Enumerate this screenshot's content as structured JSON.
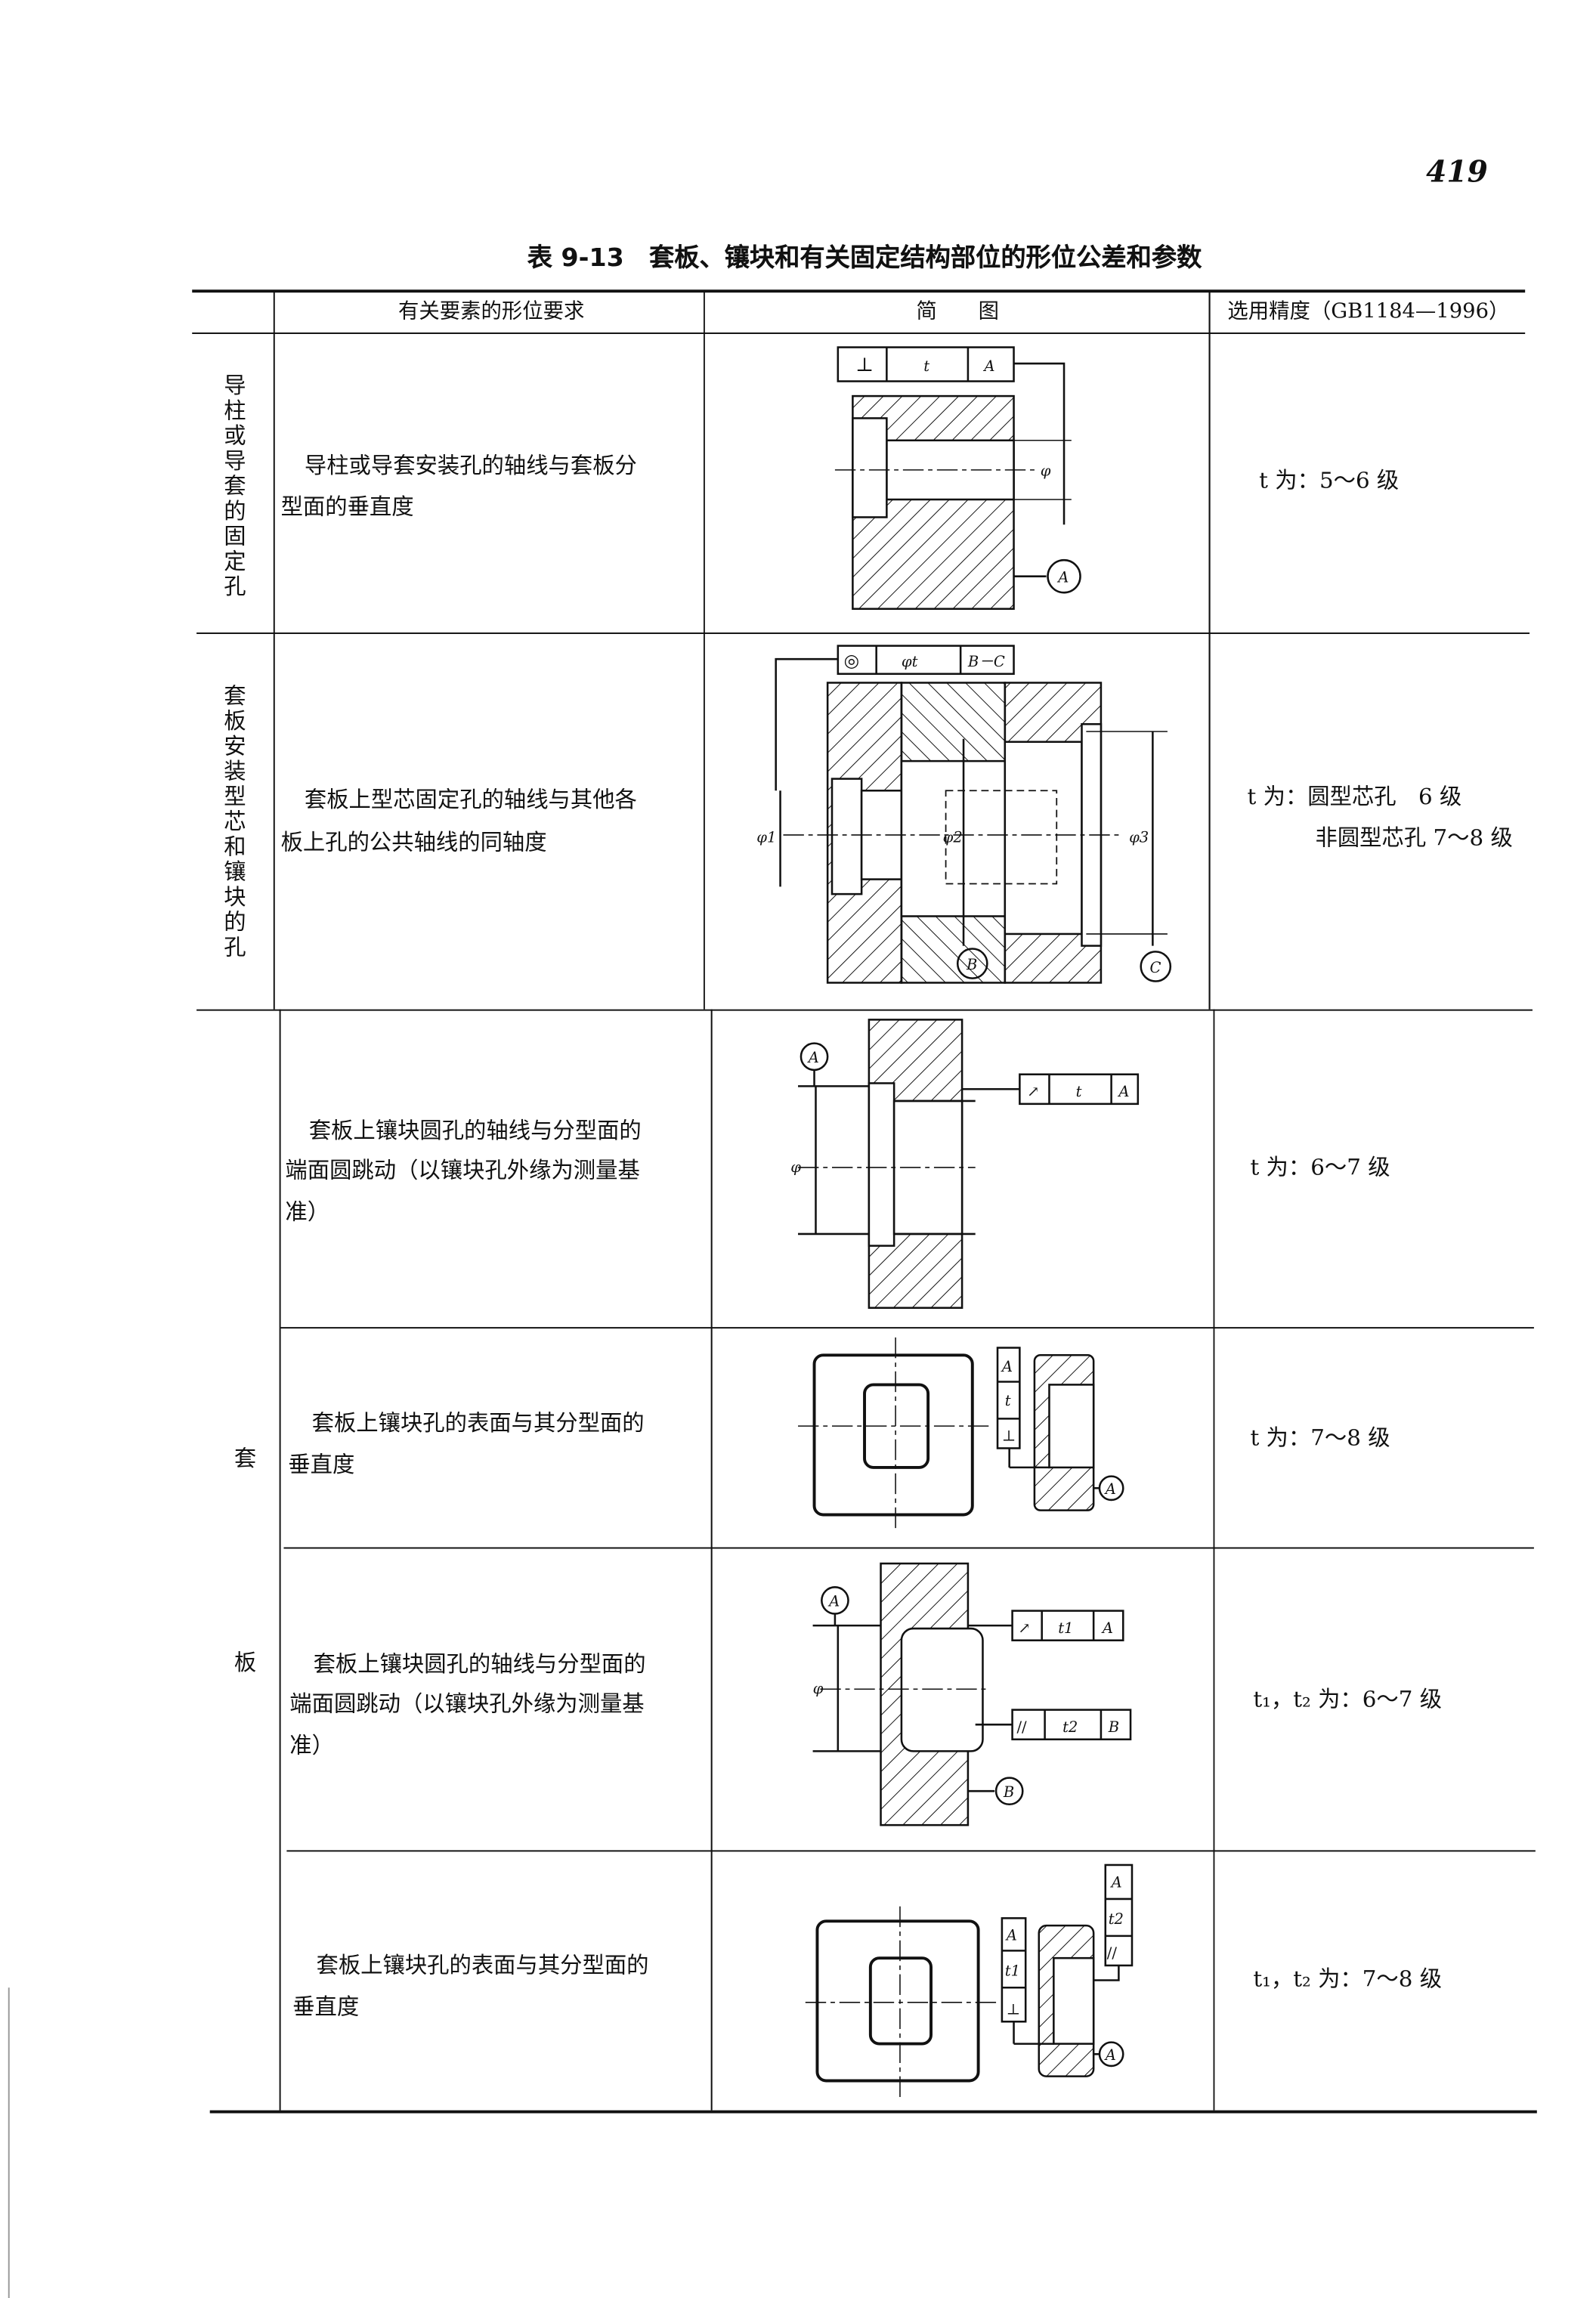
{
  "page_number": "419",
  "title": "表 9-13　套板、镶块和有关固定结构部位的形位公差和参数",
  "headers": [
    "有关要素的形位要求",
    "简　　图",
    "选用精度（GB1184—1996）"
  ],
  "groups": [
    "导柱或导套的固定孔",
    "套板安装型芯和镶块的孔",
    "套",
    "板"
  ],
  "rows": [
    {
      "req": [
        "导柱或导套安装孔的轴线与套板分",
        "型面的垂直度"
      ],
      "precision": [
        "t 为：5～6 级"
      ]
    },
    {
      "req": [
        "套板上型芯固定孔的轴线与其他各",
        "板上孔的公共轴线的同轴度"
      ],
      "precision": [
        "t 为：圆型芯孔　6 级",
        "非圆型芯孔 7～8 级"
      ]
    },
    {
      "req": [
        "套板上镶块圆孔的轴线与分型面的",
        "端面圆跳动（以镶块孔外缘为测量基",
        "准）"
      ],
      "precision": [
        "t 为：6～7 级"
      ]
    },
    {
      "req": [
        "套板上镶块孔的表面与其分型面的",
        "垂直度"
      ],
      "precision": [
        "t 为：7～8 级"
      ]
    },
    {
      "req": [
        "套板上镶块圆孔的轴线与分型面的",
        "端面圆跳动（以镶块孔外缘为测量基",
        "准）"
      ],
      "precision": [
        "t₁，t₂ 为：6～7 级"
      ]
    },
    {
      "req": [
        "套板上镶块孔的表面与其分型面的",
        "垂直度"
      ],
      "precision": [
        "t₁，t₂ 为：7～8 级"
      ]
    }
  ],
  "diagram_labels": {
    "d1": {
      "sym": "⊥",
      "tol": "t",
      "datum": "A",
      "dim": "φ",
      "datum_mark": "A"
    },
    "d2": {
      "sym": "◎",
      "tol": "φt",
      "datum": "B－C",
      "dim1": "φ1",
      "dim2": "φ2",
      "dim3": "φ3",
      "datum_b": "B",
      "datum_c": "C"
    },
    "d3": {
      "sym": "↗",
      "tol": "t",
      "datum": "A",
      "dim": "φ",
      "datum_mark": "A"
    },
    "d4": {
      "sym": "⊥",
      "tol": "t",
      "datum": "A",
      "datum_mark": "A"
    },
    "d5": {
      "sym1": "↗",
      "tol1": "t1",
      "datum1": "A",
      "sym2": "//",
      "tol2": "t2",
      "datum2": "B",
      "dim": "φ",
      "datum_a": "A",
      "datum_b": "B"
    },
    "d6": {
      "sym1": "⊥",
      "tol1": "t1",
      "datum1": "A",
      "sym2": "//",
      "tol2": "t2",
      "datum2": "A",
      "datum_mark": "A"
    }
  }
}
